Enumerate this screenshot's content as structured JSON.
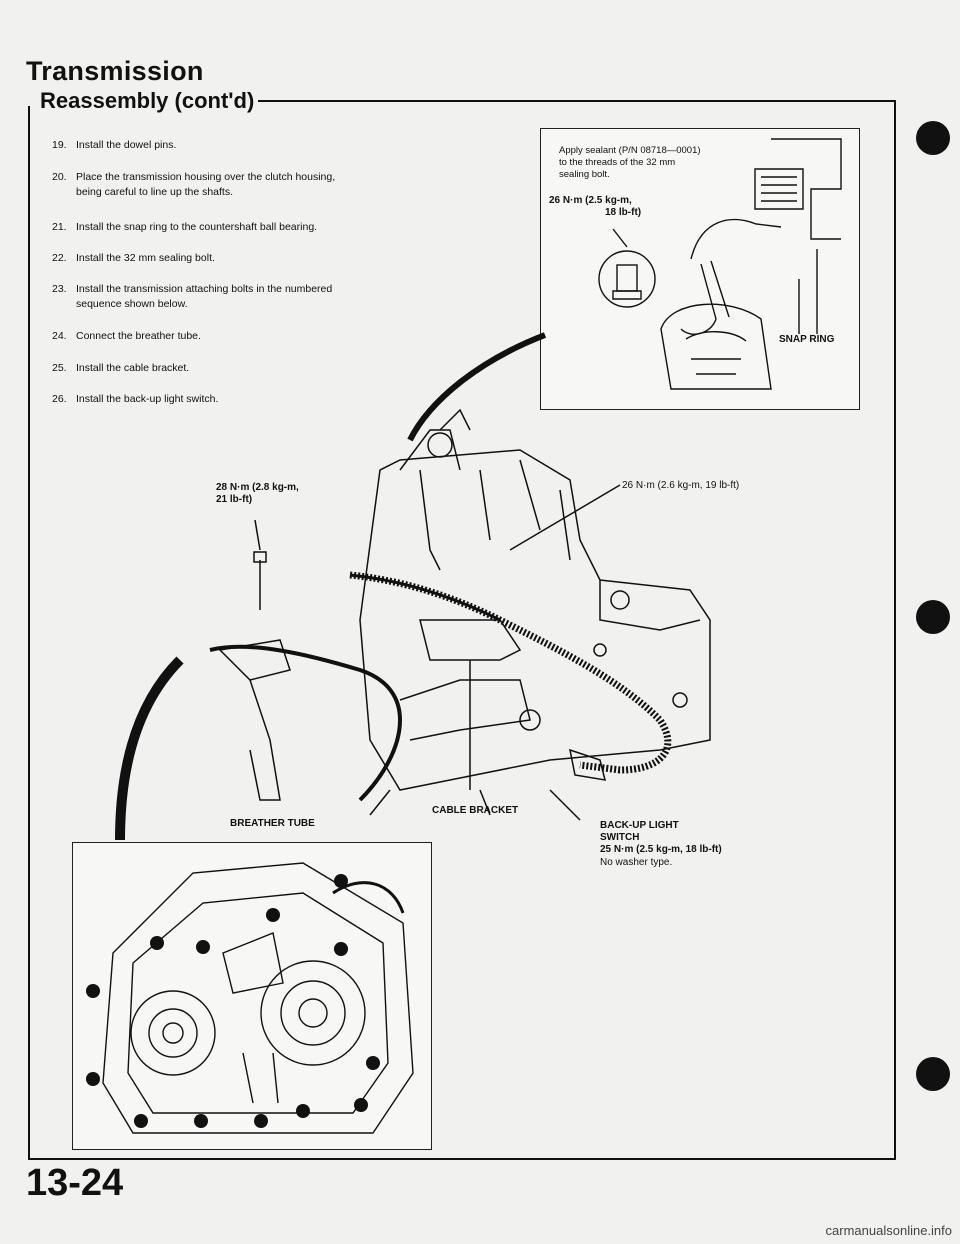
{
  "header": {
    "title": "Transmission",
    "subtitle": "Reassembly (cont'd)"
  },
  "steps": [
    {
      "num": "19.",
      "text": "Install the dowel pins."
    },
    {
      "num": "20.",
      "text": "Place the transmission housing over the clutch housing, being careful to line up the shafts."
    },
    {
      "num": "21.",
      "text": "Install the snap ring to the countershaft ball bearing."
    },
    {
      "num": "22.",
      "text": "Install the 32 mm sealing bolt."
    },
    {
      "num": "23.",
      "text": "Install the transmission attaching bolts in the numbered sequence shown below."
    },
    {
      "num": "24.",
      "text": "Connect the breather tube."
    },
    {
      "num": "25.",
      "text": "Install the cable bracket."
    },
    {
      "num": "26.",
      "text": "Install the back-up light switch."
    }
  ],
  "inset": {
    "sealant_line1": "Apply sealant (P/N 08718—0001)",
    "sealant_line2": "to the threads of the 32 mm",
    "sealant_line3": "sealing bolt.",
    "torque_line1": "26 N·m (2.5 kg-m,",
    "torque_line2": "18 lb-ft)",
    "snap_ring": "SNAP RING"
  },
  "main_diagram": {
    "torque_left_line1": "28 N·m (2.8 kg-m,",
    "torque_left_line2": "21 lb-ft)",
    "torque_right": "26 N·m (2.6 kg-m, 19 lb-ft)",
    "breather_tube": "BREATHER TUBE",
    "cable_bracket": "CABLE BRACKET",
    "backup_line1": "BACK-UP LIGHT",
    "backup_line2": "SWITCH",
    "backup_line3": "25 N·m (2.5 kg-m, 18 lb-ft)",
    "backup_line4": "No washer type."
  },
  "footer": {
    "page_number": "13-24",
    "watermark": "carmanualsonline.info"
  }
}
